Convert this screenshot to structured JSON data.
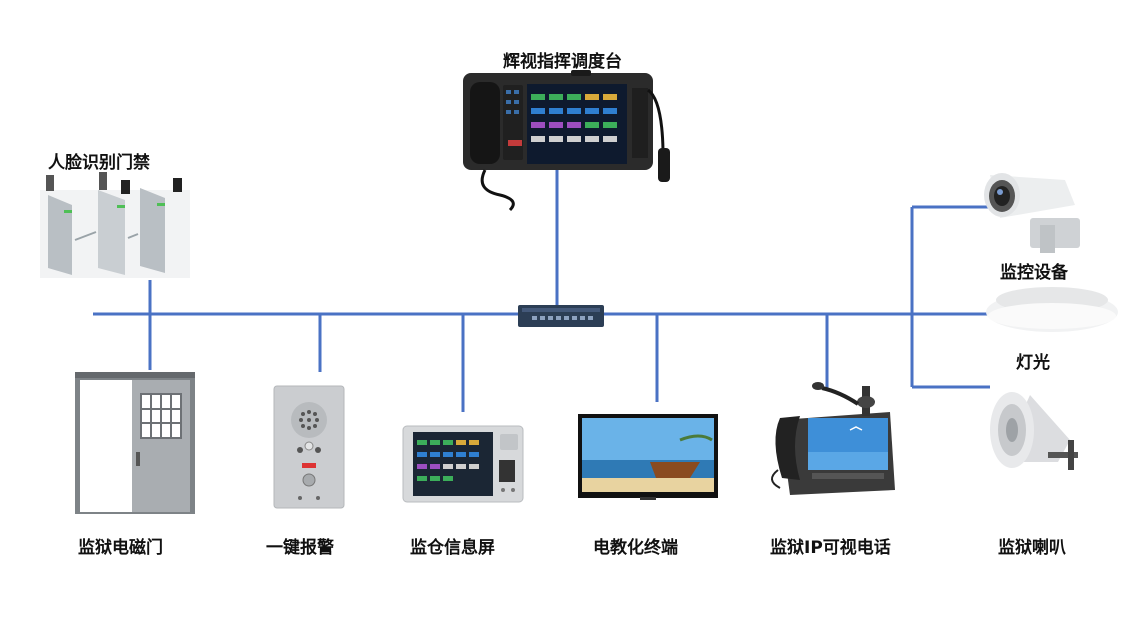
{
  "colors": {
    "line": "#4a72c4",
    "switch": "#2c3e55"
  },
  "labels": {
    "console": "辉视指挥调度台",
    "face_gate": "人脸识别门禁",
    "camera": "监控设备",
    "light": "灯光",
    "door": "监狱电磁门",
    "alarm": "一键报警",
    "cell_screen": "监仓信息屏",
    "tv": "电教化终端",
    "ip_phone": "监狱IP可视电话",
    "horn": "监狱喇叭"
  }
}
